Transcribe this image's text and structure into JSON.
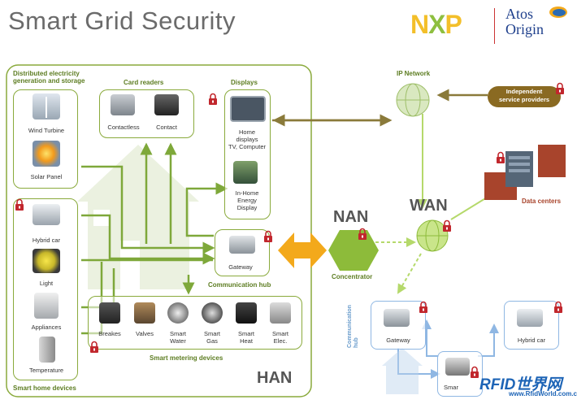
{
  "title": "Smart Grid Security",
  "logos": {
    "nxp": "NXP",
    "atos_line1": "Atos",
    "atos_line2": "Origin",
    "watermark": "RFID世界网",
    "watermark_url": "www.RfidWorld.com.cn"
  },
  "groups": {
    "distributed": "Distributed electricity\ngeneration and storage",
    "card_readers": "Card readers",
    "displays": "Displays",
    "comm_hub": "Communication hub",
    "smart_home": "Smart home devices",
    "smart_metering": "Smart metering devices"
  },
  "devices": {
    "wind": "Wind Turbine",
    "solar": "Solar Panel",
    "contactless": "Contactless",
    "contact": "Contact",
    "home_displays": "Home\ndisplays\nTV, Computer",
    "inhome": "In-Home\nEnergy\nDisplay",
    "gateway": "Gateway",
    "hybrid": "Hybrid car",
    "light": "Light",
    "appliances": "Appliances",
    "temperature": "Temperature",
    "breakes": "Breakes",
    "valves": "Valves",
    "water": "Smart\nWater",
    "gas": "Smart\nGas",
    "heat": "Smart\nHeat",
    "elec": "Smart\nElec."
  },
  "network": {
    "han": "HAN",
    "nan": "NAN",
    "wan": "WAN",
    "concentrator": "Concentrator",
    "ip_network": "IP Network",
    "isp": "Independent\nservice providers",
    "data_centers": "Data centers",
    "comm_hub_vertical": "Communication\nhub",
    "gateway2": "Gateway",
    "hybrid2": "Hybrid car",
    "smart_partial": "Smar"
  },
  "colors": {
    "green": "#8aaa3c",
    "dark_green": "#5d7d22",
    "orange": "#f3a91b",
    "lock": "#c1272d",
    "blue": "#8fb7e3",
    "isp_bg": "#8a6a22"
  }
}
